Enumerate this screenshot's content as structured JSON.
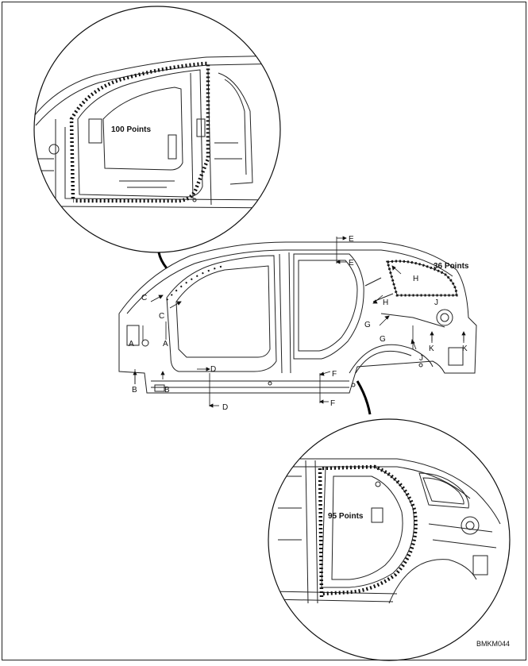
{
  "detail_top": {
    "points_label": "100 Points"
  },
  "detail_bottom": {
    "points_label": "95 Points"
  },
  "main": {
    "points_label": "36 Points",
    "section_labels": [
      {
        "id": "A",
        "text": "A"
      },
      {
        "id": "A2",
        "text": "A"
      },
      {
        "id": "B",
        "text": "B"
      },
      {
        "id": "B2",
        "text": "B"
      },
      {
        "id": "C",
        "text": "C"
      },
      {
        "id": "C2",
        "text": "C"
      },
      {
        "id": "D",
        "text": "D"
      },
      {
        "id": "D2",
        "text": "D"
      },
      {
        "id": "E",
        "text": "E"
      },
      {
        "id": "E2",
        "text": "E"
      },
      {
        "id": "F",
        "text": "F"
      },
      {
        "id": "F2",
        "text": "F"
      },
      {
        "id": "G",
        "text": "G"
      },
      {
        "id": "G2",
        "text": "G"
      },
      {
        "id": "H",
        "text": "H"
      },
      {
        "id": "H2",
        "text": "H"
      },
      {
        "id": "J",
        "text": "J"
      },
      {
        "id": "J2",
        "text": "J"
      },
      {
        "id": "K",
        "text": "K"
      },
      {
        "id": "K2",
        "text": "K"
      }
    ]
  },
  "figure_code": "BMKM044"
}
